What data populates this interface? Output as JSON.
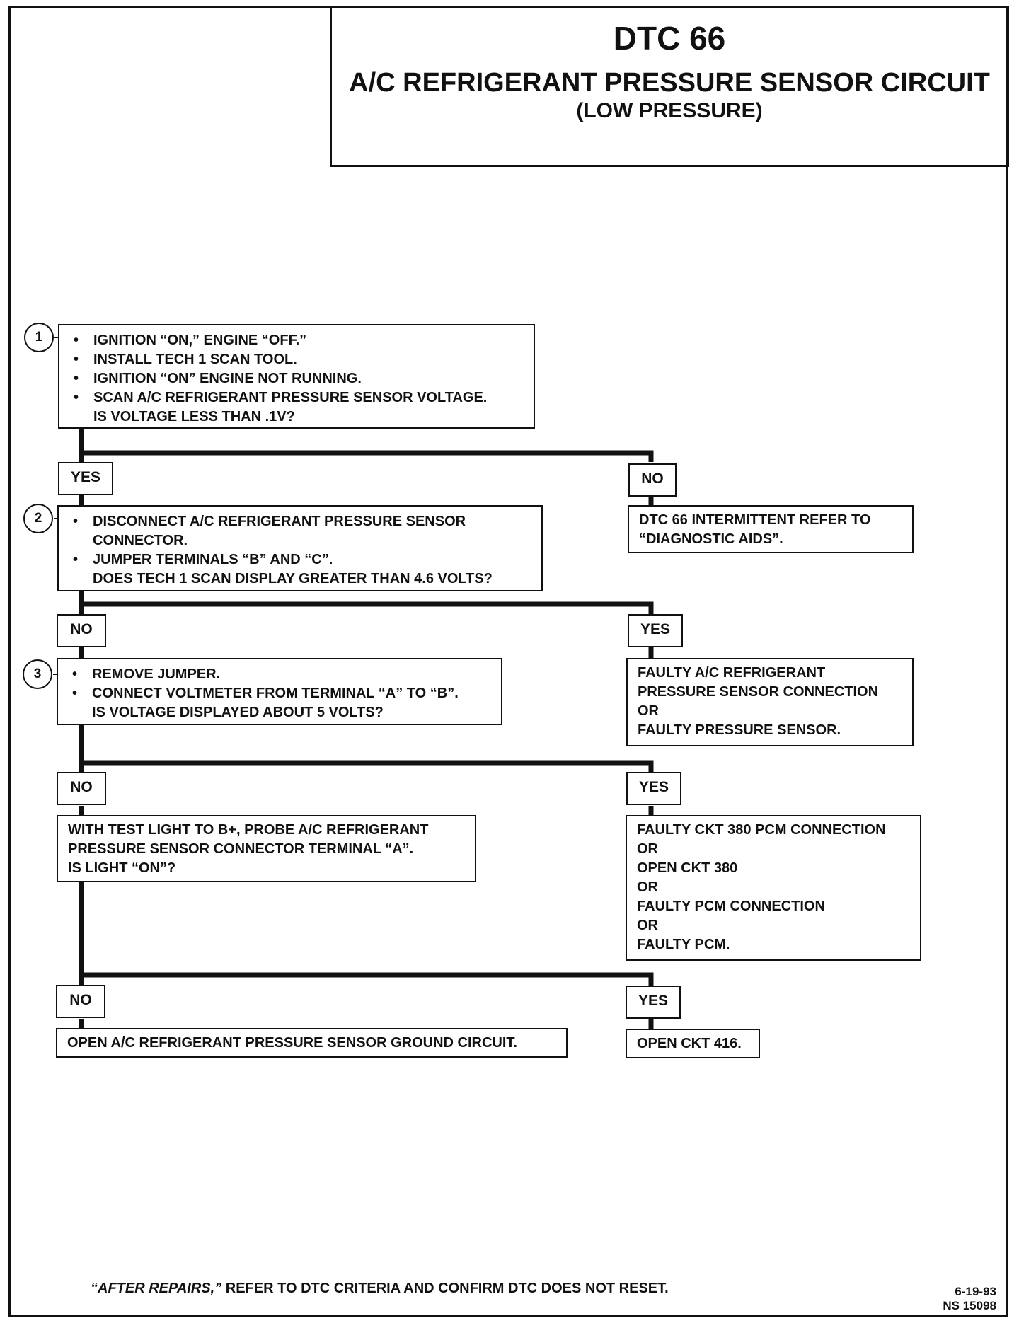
{
  "header": {
    "code": "DTC 66",
    "title": "A/C REFRIGERANT PRESSURE SENSOR CIRCUIT",
    "subtitle": "(LOW PRESSURE)"
  },
  "steps": {
    "step1": {
      "number": "1",
      "bullet": "•",
      "lines": [
        "IGNITION “ON,” ENGINE “OFF.”",
        "INSTALL TECH 1 SCAN TOOL.",
        "IGNITION “ON” ENGINE NOT RUNNING.",
        "SCAN A/C REFRIGERANT PRESSURE SENSOR VOLTAGE."
      ],
      "question": "IS VOLTAGE LESS THAN .1V?"
    },
    "step2": {
      "number": "2",
      "bullet": "•",
      "lines": [
        "DISCONNECT A/C REFRIGERANT PRESSURE SENSOR",
        "CONNECTOR.",
        "JUMPER TERMINALS “B” AND “C”."
      ],
      "question": "DOES TECH 1 SCAN DISPLAY GREATER THAN 4.6 VOLTS?"
    },
    "step3": {
      "number": "3",
      "bullet": "•",
      "lines": [
        "REMOVE JUMPER.",
        "CONNECT VOLTMETER FROM TERMINAL “A” TO “B”."
      ],
      "question": "IS VOLTAGE DISPLAYED ABOUT 5 VOLTS?"
    },
    "step4": {
      "lines": [
        "WITH TEST LIGHT TO B+, PROBE A/C REFRIGERANT",
        "PRESSURE SENSOR CONNECTOR TERMINAL “A”.",
        "IS LIGHT “ON”?"
      ]
    }
  },
  "branches": {
    "b1_yes": "YES",
    "b1_no": "NO",
    "b2_no": "NO",
    "b2_yes": "YES",
    "b3_no": "NO",
    "b3_yes": "YES",
    "b4_no": "NO",
    "b4_yes": "YES"
  },
  "results": {
    "r1_lines": [
      "DTC 66 INTERMITTENT REFER TO",
      "“DIAGNOSTIC AIDS”."
    ],
    "r2_lines": [
      "FAULTY A/C REFRIGERANT",
      "PRESSURE SENSOR CONNECTION",
      "OR",
      "FAULTY PRESSURE SENSOR."
    ],
    "r3_lines": [
      "FAULTY CKT 380 PCM CONNECTION",
      "OR",
      "OPEN CKT 380",
      "OR",
      "FAULTY PCM CONNECTION",
      "OR",
      "FAULTY PCM."
    ],
    "r4_no": "OPEN A/C REFRIGERANT PRESSURE SENSOR GROUND CIRCUIT.",
    "r4_yes": "OPEN CKT 416."
  },
  "footer": {
    "note_italic": "“AFTER REPAIRS,”",
    "note_rest": " REFER TO DTC CRITERIA AND CONFIRM DTC DOES NOT RESET.",
    "date": "6-19-93",
    "ref": "NS 15098"
  }
}
